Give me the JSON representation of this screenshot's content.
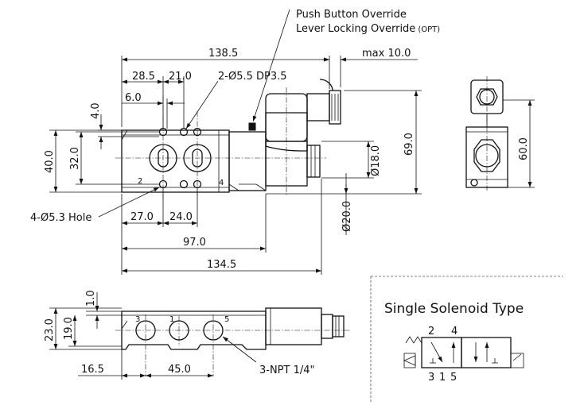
{
  "callouts": {
    "push_button": "Push Button Override",
    "lever_locking": "Lever Locking Override",
    "opt": "(OPT)",
    "mount_holes": "2-Ø5.5 DP3.5",
    "body_holes": "4-Ø5.3 Hole",
    "npt_ports": "3-NPT 1/4\""
  },
  "front_view": {
    "dims": {
      "overall_length": "138.5",
      "max_connector": "max 10.0",
      "hole_offset_a": "28.5",
      "hole_offset_b": "21.0",
      "hole_edge": "6.0",
      "top_gap": "4.0",
      "height": "40.0",
      "hole_spacing": "32.0",
      "coil_dia": "Ø18.0",
      "coil_height": "69.0",
      "nut_dia": "Ø20.0",
      "hole_x_a": "27.0",
      "hole_x_b": "24.0",
      "body_length": "97.0",
      "total_length": "134.5"
    },
    "ports": {
      "p2": "2",
      "p4": "4"
    }
  },
  "side_view": {
    "dims": {
      "height": "60.0"
    }
  },
  "bottom_view": {
    "dims": {
      "top_gap": "1.0",
      "height": "23.0",
      "port_height": "19.0",
      "edge_offset": "16.5",
      "port_pitch": "45.0"
    },
    "ports": {
      "p3": "3",
      "p1": "1",
      "p5": "5"
    }
  },
  "symbol": {
    "title": "Single Solenoid Type",
    "port_2": "2",
    "port_4": "4",
    "port_3": "3",
    "port_1": "1",
    "port_5": "5"
  }
}
